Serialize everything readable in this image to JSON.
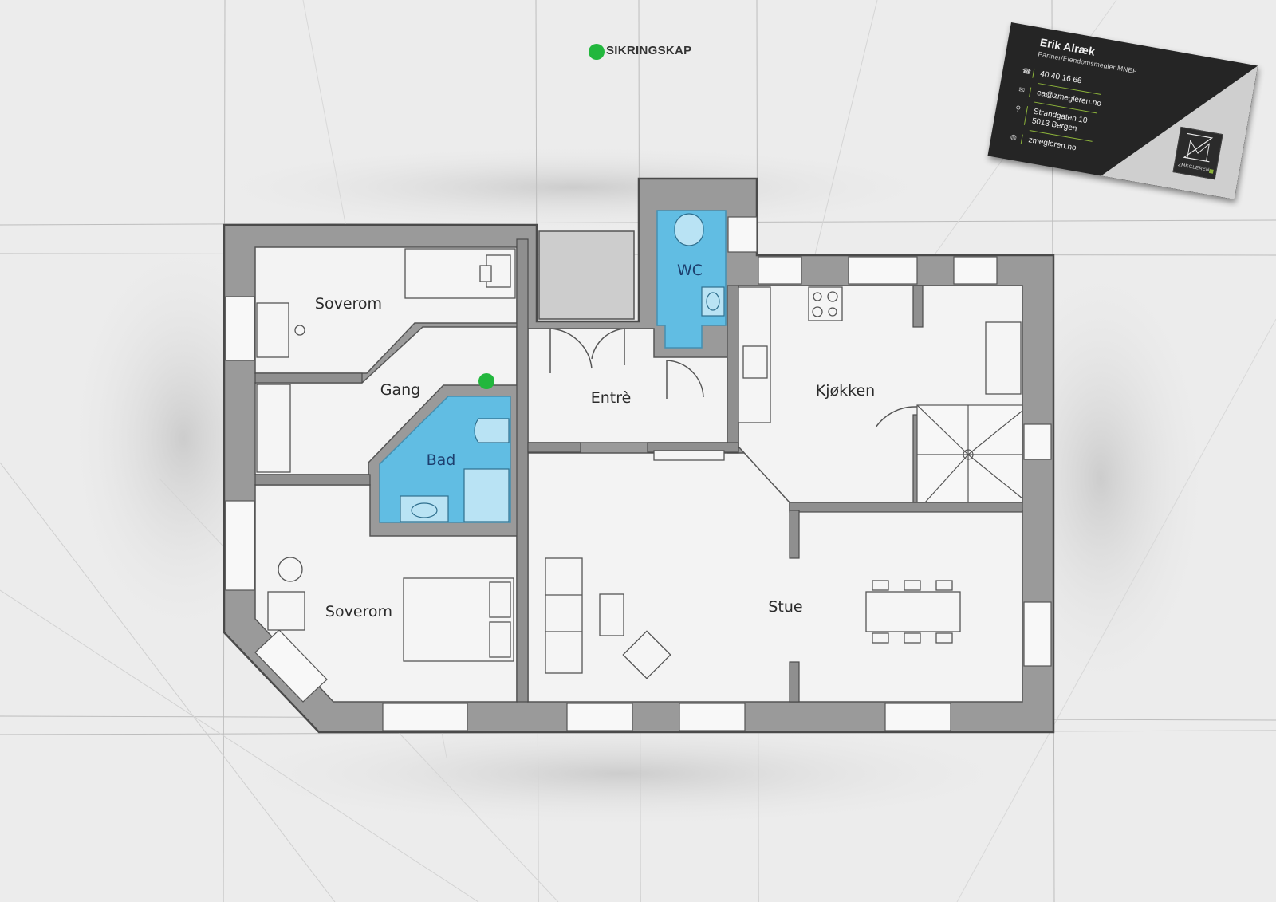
{
  "plan": {
    "rooms": [
      {
        "id": "soverom-1",
        "label": "Soverom",
        "wet": false
      },
      {
        "id": "gang",
        "label": "Gang",
        "wet": false
      },
      {
        "id": "bad",
        "label": "Bad",
        "wet": true
      },
      {
        "id": "entre",
        "label": "Entrè",
        "wet": false
      },
      {
        "id": "wc",
        "label": "WC",
        "wet": true
      },
      {
        "id": "kjokken",
        "label": "Kjøkken",
        "wet": false
      },
      {
        "id": "soverom-2",
        "label": "Soverom",
        "wet": false
      },
      {
        "id": "stue",
        "label": "Stue",
        "wet": false
      }
    ],
    "fuse_box_label": "SIKRINGSKAP",
    "colors": {
      "wall": "#8a8a8a",
      "floor": "#f3f3f3",
      "wet_room": "#5dc1ea",
      "marker": "#22b73d",
      "background": "#ececec"
    }
  },
  "card": {
    "name": "Erik Alræk",
    "title": "Partner/Eiendomsmegler MNEF",
    "phone": "40 40 16 66",
    "email": "ea@zmegleren.no",
    "address_line1": "Strandgaten 10",
    "address_line2": "5013 Bergen",
    "website": "zmegleren.no",
    "logo_text": "ZMEGLEREN",
    "icons": [
      "phone-icon",
      "mail-icon",
      "location-pin-icon",
      "globe-icon"
    ],
    "colors": {
      "dark": "#252525",
      "light": "#cfcfcf",
      "accent": "#8cb33a"
    }
  }
}
